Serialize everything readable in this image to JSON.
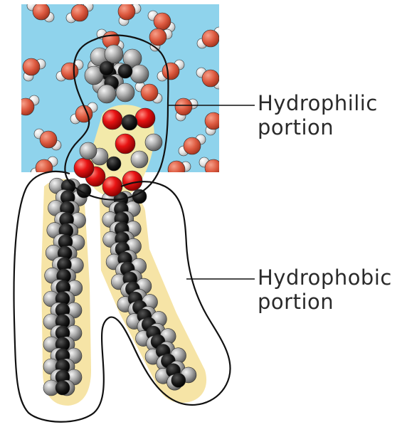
{
  "labels": {
    "hydrophilic": {
      "line1": "Hydrophilic",
      "line2": "portion"
    },
    "hydrophobic": {
      "line1": "Hydrophobic",
      "line2": "portion"
    }
  },
  "colors": {
    "water_background": "#8fd3ec",
    "water_oxygen": "#e2624a",
    "water_hydrogen": "#e6e6e6",
    "tail_highlight": "#f6e3a1",
    "head_highlight": "#f9eba7",
    "carbon": "#111111",
    "hydrogen": "#a8a8a8",
    "oxygen": "#e01818",
    "outline": "#111111"
  },
  "icons": {
    "water_molecules": "water-molecule-icon",
    "head_group": "phospholipid-head-icon",
    "fatty_acid_tails": "fatty-acid-tail-icon"
  }
}
